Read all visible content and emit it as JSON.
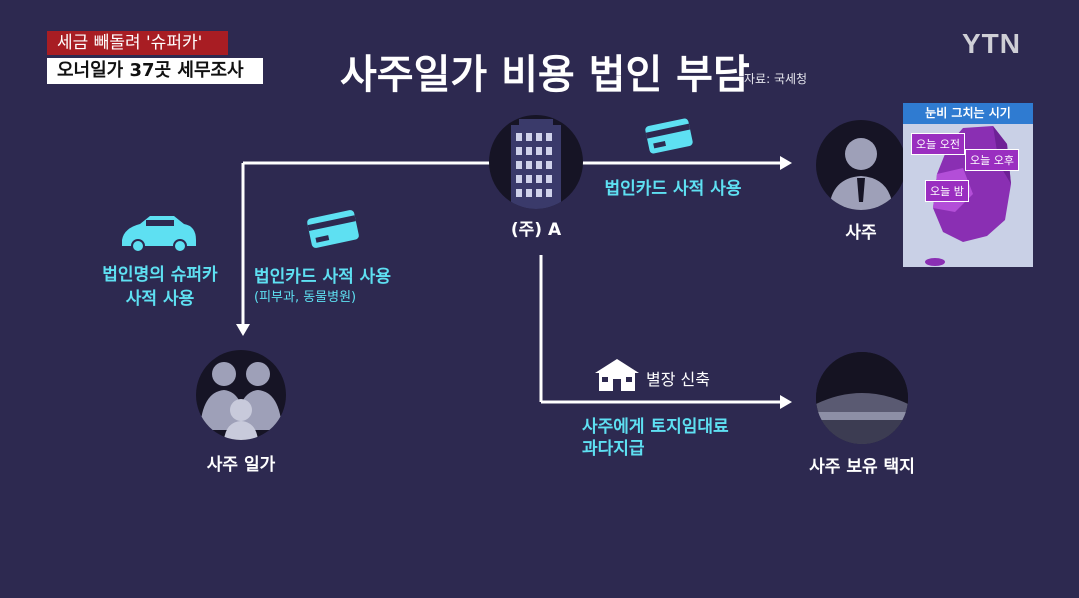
{
  "caption": {
    "line1": "세금 빼돌려 '슈퍼카'",
    "line2": "오너일가 37곳 세무조사"
  },
  "logo": "YTN",
  "title": "사주일가 비용 법인 부담",
  "source": "자료: 국세청",
  "company_label": "(주) A",
  "owner_label": "사주",
  "family_label": "사주 일가",
  "land_label": "사주 보유 택지",
  "card_use_right": "법인카드 사적 사용",
  "car_text_1": "법인명의 슈퍼카",
  "car_text_2": "사적 사용",
  "card_use_left": "법인카드 사적 사용",
  "card_use_left_sub": "(피부과, 동물병원)",
  "villa_text": "별장 신축",
  "land_text_1": "사주에게 토지임대료",
  "land_text_2": "과다지급",
  "map": {
    "header": "눈비 그치는 시기",
    "tags": [
      "오늘 오전",
      "오늘 오후",
      "오늘 밤"
    ]
  },
  "colors": {
    "background": "#2d2950",
    "accent": "#5ee0f2",
    "caption_red": "#a81d23"
  }
}
